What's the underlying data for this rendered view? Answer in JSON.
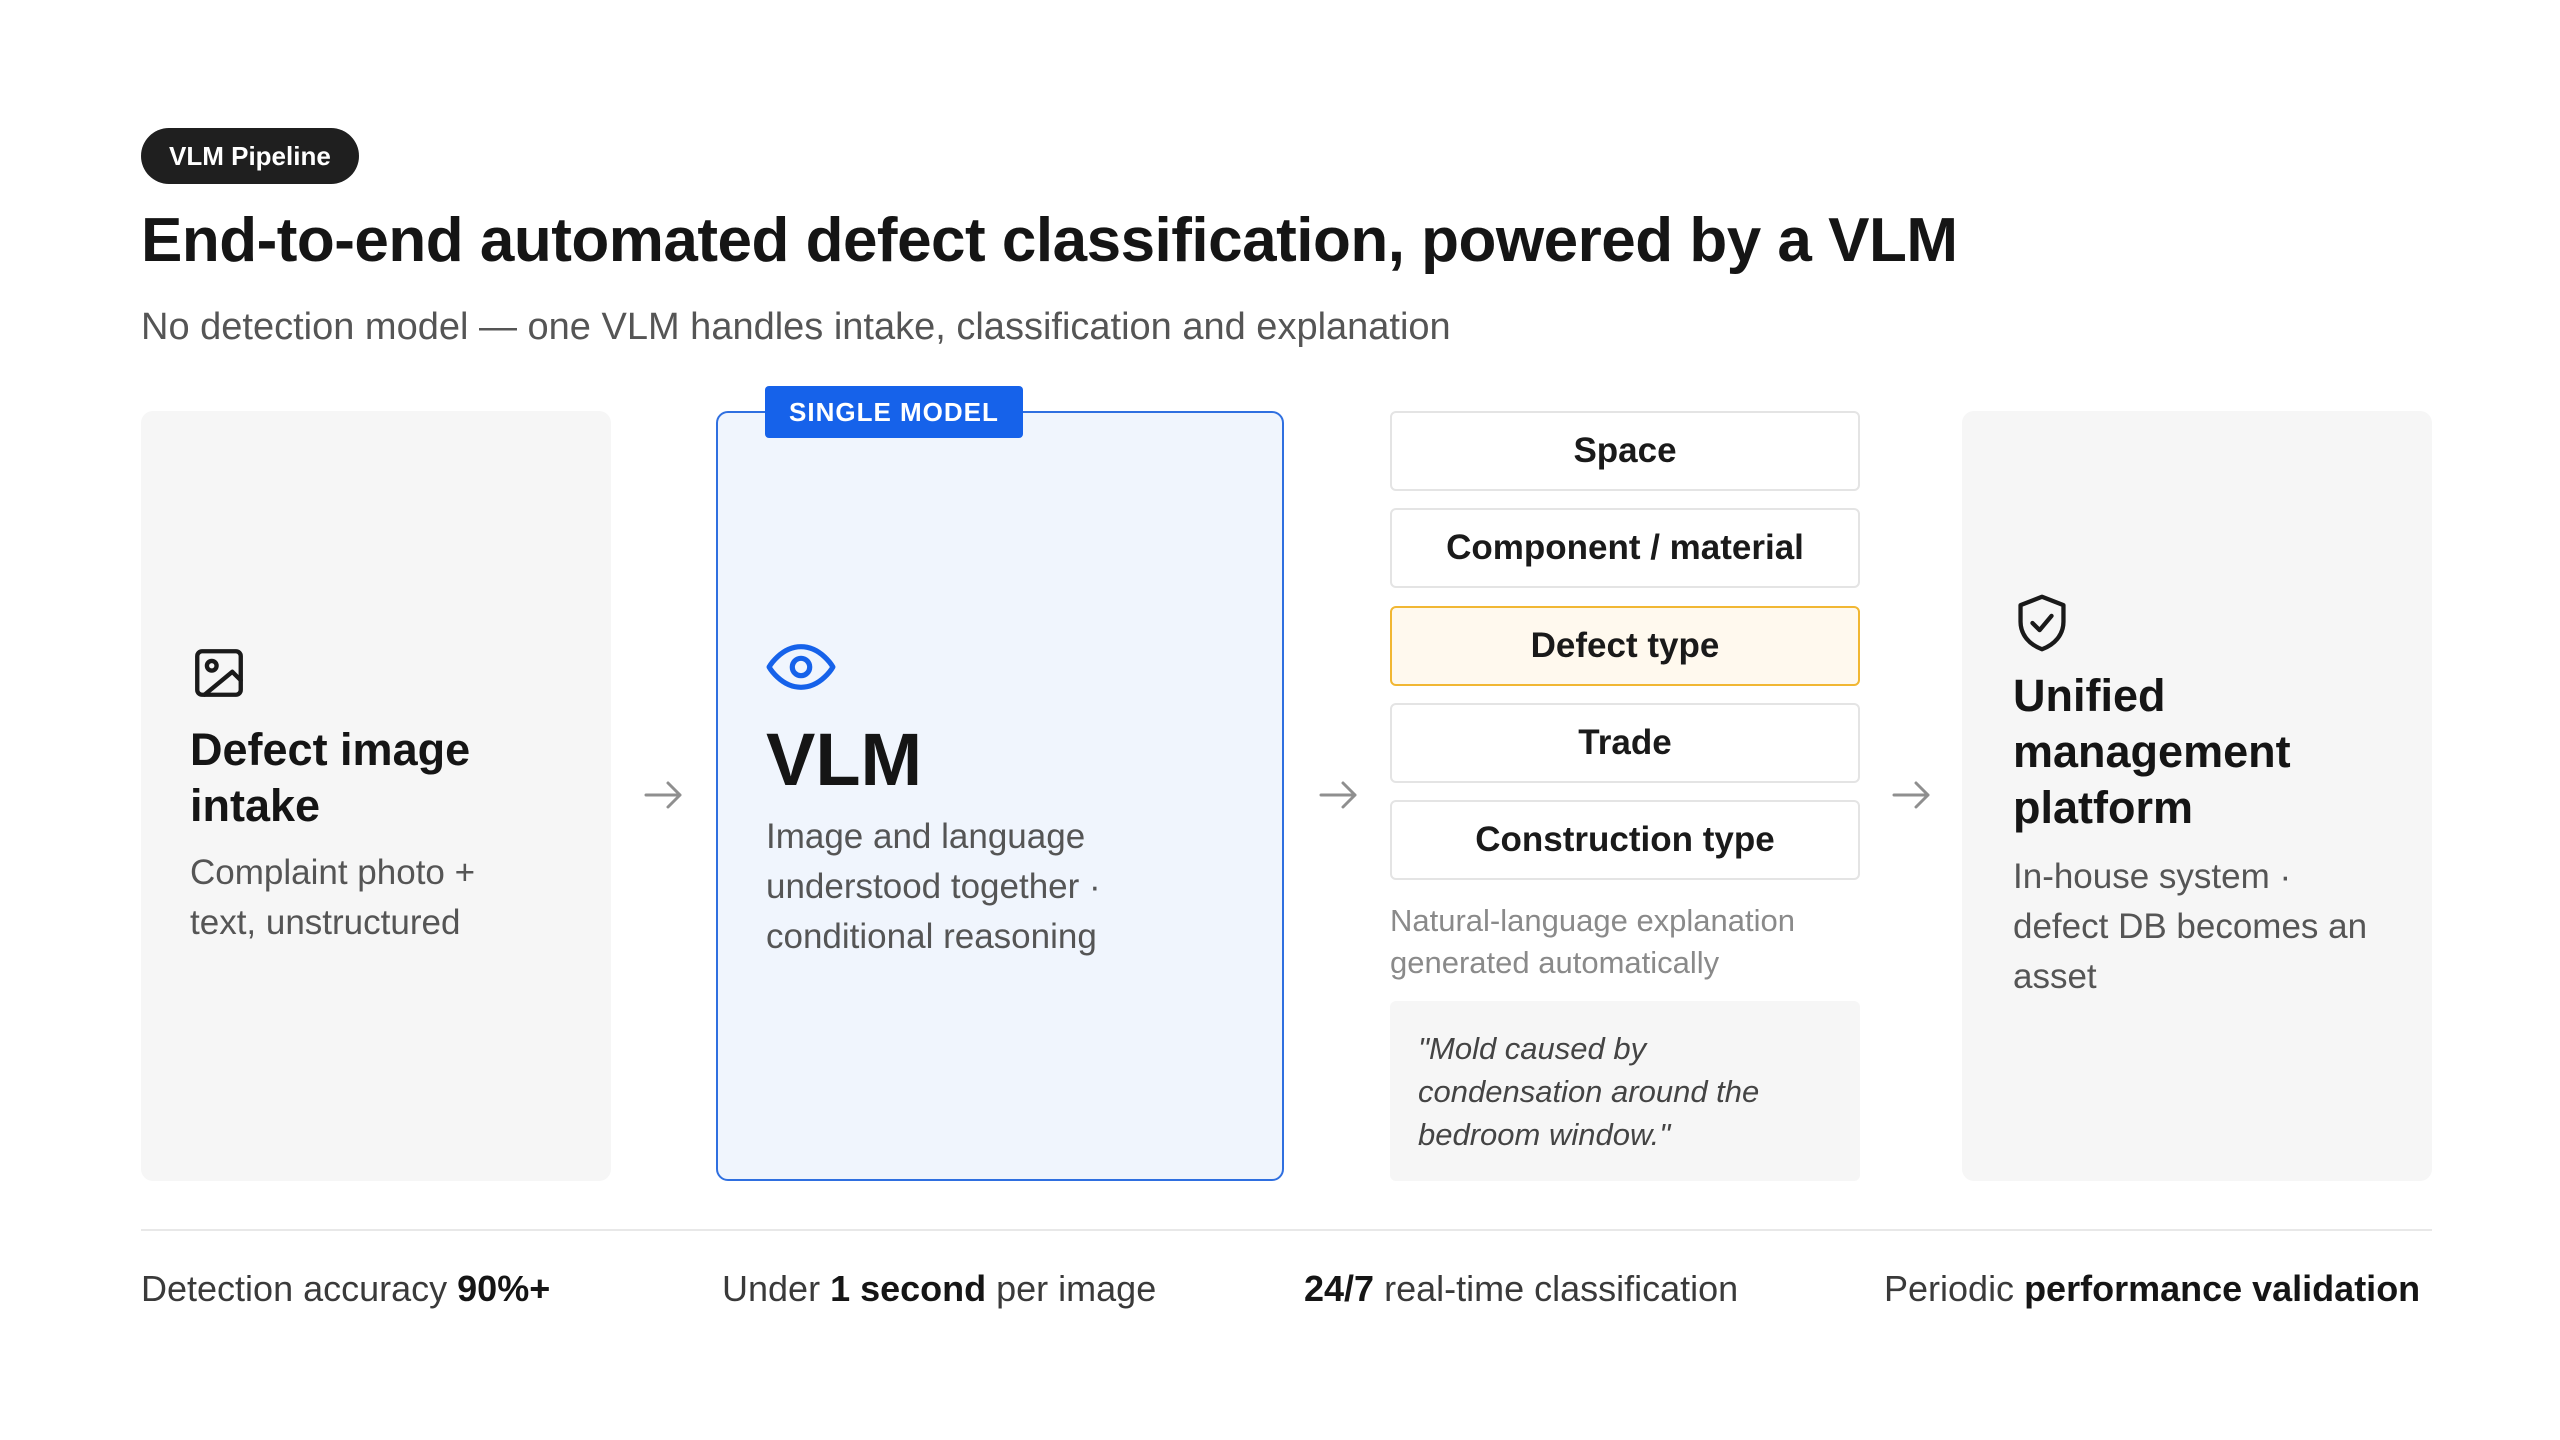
{
  "badge": "VLM Pipeline",
  "title": "End-to-end automated defect classification, powered by a VLM",
  "subtitle": "No detection model — one VLM handles intake, classification and explanation",
  "intake": {
    "icon": "image-icon",
    "heading_line1": "Defect image",
    "heading_line2": "intake",
    "text_line1": "Complaint photo +",
    "text_line2": "text, unstructured"
  },
  "vlm": {
    "tag": "SINGLE MODEL",
    "icon": "eye-icon",
    "heading": "VLM",
    "text_line1": "Image and language",
    "text_line2": "understood together ·",
    "text_line3": "conditional reasoning"
  },
  "classification": {
    "chips": [
      "Space",
      "Component / material",
      "Defect type",
      "Trade",
      "Construction type"
    ],
    "highlighted": "Defect type",
    "explain_line1": "Natural-language explanation",
    "explain_line2": "generated automatically",
    "quote_line1": "\"Mold caused by",
    "quote_line2": "condensation around the",
    "quote_line3": "bedroom window.\""
  },
  "platform": {
    "icon": "shield-check-icon",
    "heading_line1": "Unified",
    "heading_line2": "management",
    "heading_line3": "platform",
    "text_line1": "In-house system ·",
    "text_line2": "defect DB becomes an",
    "text_line3": "asset"
  },
  "stats": [
    {
      "pre": "Detection accuracy ",
      "bold": "90%+",
      "post": ""
    },
    {
      "pre": "Under ",
      "bold": "1 second",
      "post": " per image"
    },
    {
      "pre": "",
      "bold": "24/7",
      "post": " real-time classification"
    },
    {
      "pre": "Periodic ",
      "bold": "performance validation",
      "post": ""
    }
  ],
  "colors": {
    "accent_blue": "#1662ea",
    "highlight_border": "#f1b733",
    "highlight_fill": "#fff9ee"
  }
}
